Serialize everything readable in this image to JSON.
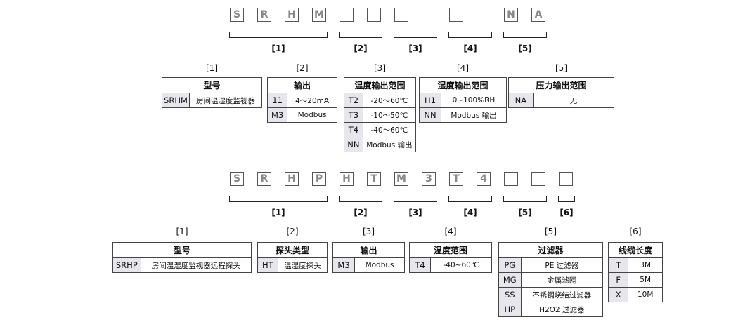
{
  "diagram1": {
    "boxes": [
      "S",
      "R",
      "H",
      "M",
      "",
      "",
      "",
      "",
      "N",
      "A"
    ],
    "bracket_labels": [
      "[1]",
      "[2]",
      "[3]",
      "[4]",
      "[5]"
    ],
    "table_labels": [
      "[1]",
      "[2]",
      "[3]",
      "[4]",
      "[5]"
    ],
    "tables": [
      {
        "header": "型号",
        "rows": [
          [
            "SRHM",
            "房间温湿度监视器"
          ]
        ]
      },
      {
        "header": "输出",
        "rows": [
          [
            "11",
            "4～20mA"
          ],
          [
            "M3",
            "Modbus"
          ]
        ]
      },
      {
        "header": "温度输出范围",
        "rows": [
          [
            "T2",
            "-20～60℃"
          ],
          [
            "T3",
            "-10～50℃"
          ],
          [
            "T4",
            "-40～60℃"
          ],
          [
            "NN",
            "Modbus 输出"
          ]
        ]
      },
      {
        "header": "湿度输出范围",
        "rows": [
          [
            "H1",
            "0~100%RH"
          ],
          [
            "NN",
            "Modbus 输出"
          ]
        ]
      },
      {
        "header": "压力输出范围",
        "rows": [
          [
            "NA",
            "无"
          ]
        ]
      }
    ]
  },
  "diagram2": {
    "boxes": [
      "S",
      "R",
      "H",
      "P",
      "H",
      "T",
      "M",
      "3",
      "T",
      "4",
      "",
      "",
      ""
    ],
    "bracket_labels": [
      "[1]",
      "[2]",
      "[3]",
      "[4]",
      "[5]",
      "[6]"
    ],
    "table_labels": [
      "[1]",
      "[2]",
      "[3]",
      "[4]",
      "[5]",
      "[6]"
    ],
    "tables": [
      {
        "header": "型号",
        "rows": [
          [
            "SRHP",
            "房间温湿度监视器远程探头"
          ]
        ]
      },
      {
        "header": "探头类型",
        "rows": [
          [
            "HT",
            "温湿度探头"
          ]
        ]
      },
      {
        "header": "输出",
        "rows": [
          [
            "M3",
            "Modbus"
          ]
        ]
      },
      {
        "header": "温度范围",
        "rows": [
          [
            "T4",
            "-40~60℃"
          ]
        ]
      },
      {
        "header": "过滤器",
        "rows": [
          [
            "PG",
            "PE 过滤器"
          ],
          [
            "MG",
            "金属滤网"
          ],
          [
            "SS",
            "不锈钢烧结过滤器"
          ],
          [
            "HP",
            "H2O2 过滤器"
          ]
        ]
      },
      {
        "header": "线缆长度",
        "rows": [
          [
            "T",
            "3M"
          ],
          [
            "F",
            "5M"
          ],
          [
            "X",
            "10M"
          ]
        ]
      }
    ]
  }
}
